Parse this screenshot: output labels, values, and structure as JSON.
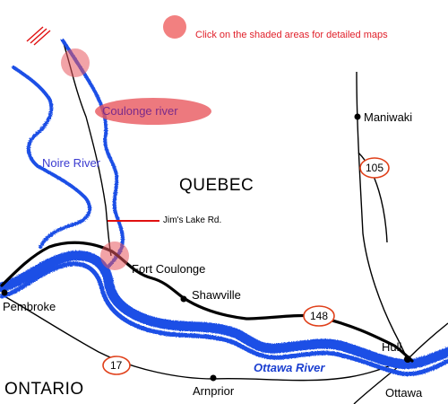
{
  "legend": {
    "text": "Click on the shaded areas for detailed maps",
    "color": "#f28080"
  },
  "regions": {
    "quebec": "QUEBEC",
    "ontario": "ONTARIO"
  },
  "rivers": {
    "coulonge": "Coulonge river",
    "noire": "Noire River",
    "ottawa": "Ottawa River"
  },
  "towns": {
    "maniwaki": "Maniwaki",
    "fort_coulonge": "Fort Coulonge",
    "shawville": "Shawville",
    "pembroke": "Pembroke",
    "hull": "Hull",
    "ottawa": "Ottawa",
    "arnprior": "Arnprior"
  },
  "roads": {
    "jims_lake": "Jim's Lake Rd."
  },
  "routes": {
    "r105": "105",
    "r148": "148",
    "r17": "17"
  },
  "colors": {
    "river": "#1f4fe6",
    "road": "#000000",
    "hotspot": "#e8585e",
    "route_badge": "#e0401a",
    "jims_lake_line": "#e01010"
  }
}
